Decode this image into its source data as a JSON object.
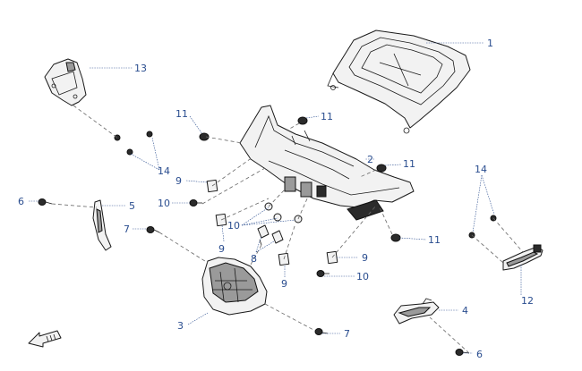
{
  "callouts": {
    "c1": "1",
    "c2": "2",
    "c3": "3",
    "c4": "4",
    "c5": "5",
    "c6a": "6",
    "c6b": "6",
    "c7a": "7",
    "c7b": "7",
    "c8": "8",
    "c9a": "9",
    "c9b": "9",
    "c9c": "9",
    "c9d": "9",
    "c10a": "10",
    "c10b": "10",
    "c10c": "10",
    "c11a": "11",
    "c11b": "11",
    "c11c": "11",
    "c11d": "11",
    "c12": "12",
    "c13": "13",
    "c14a": "14",
    "c14b": "14"
  },
  "colors": {
    "callout": "#2a4d8f",
    "line": "#1a1a1a",
    "fill": "#f2f2f2"
  },
  "icons": {
    "direction": "front-arrow-icon"
  }
}
